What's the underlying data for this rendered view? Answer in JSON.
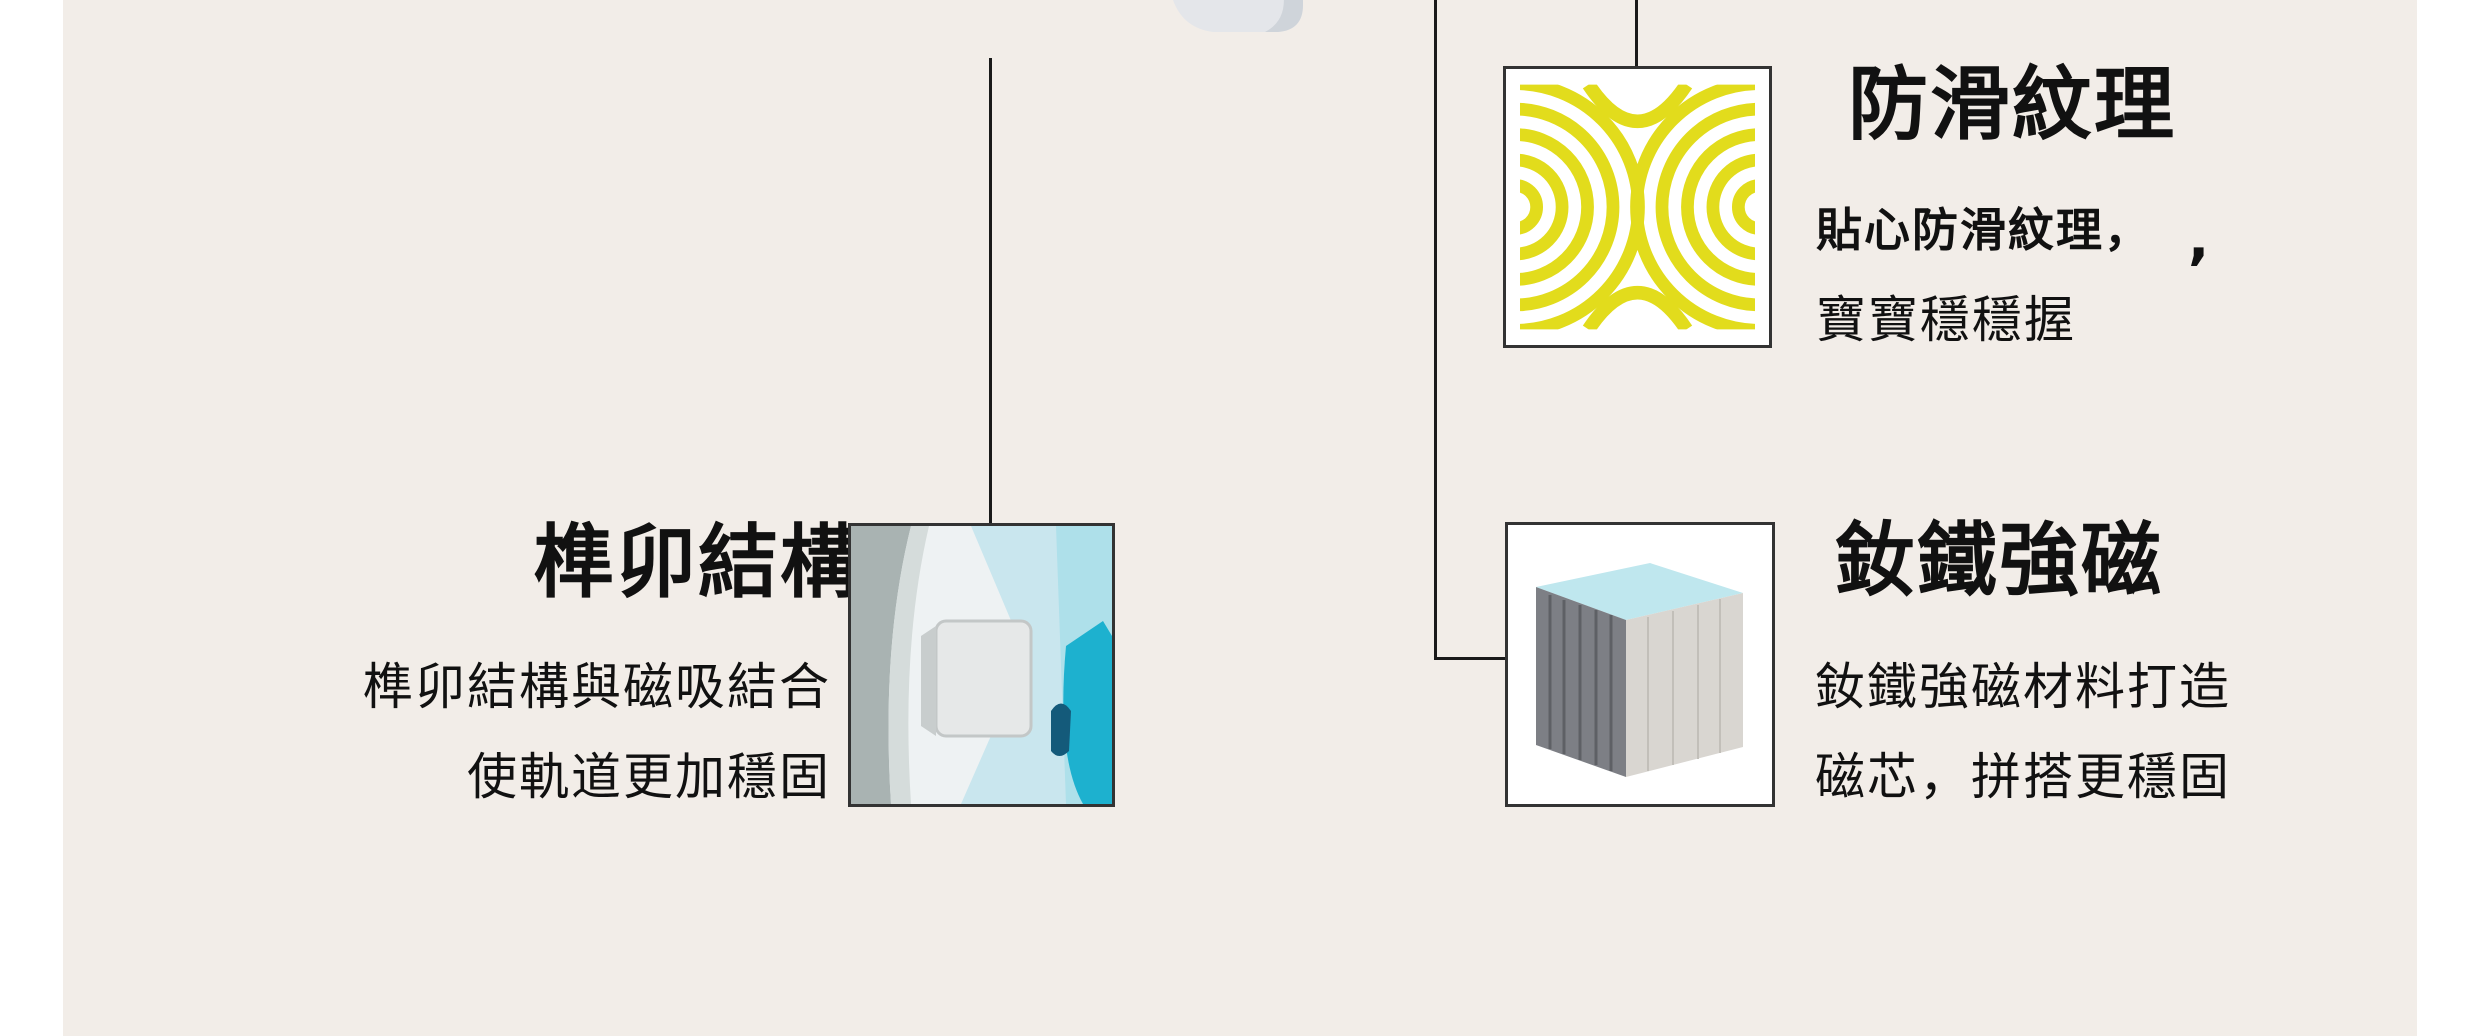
{
  "features": {
    "anti_slip": {
      "title": "防滑紋理",
      "desc_lines": [
        "貼心防滑紋理，",
        "寶寶穩穩握"
      ],
      "stray_mark": ",",
      "icon": "anti-slip-pattern-icon",
      "accent_color": "#e2dc1c"
    },
    "mortise": {
      "title": "榫卯結構",
      "desc_lines": [
        "榫卯結構與磁吸結合",
        "使軌道更加穩固"
      ],
      "icon": "mortise-joint-closeup-image"
    },
    "magnet": {
      "title": "釹鐵強磁",
      "desc_lines": [
        "釹鐵強磁材料打造",
        "磁芯，拼搭更穩固"
      ],
      "icon": "magnet-cube-icon"
    }
  },
  "colors": {
    "panel_background": "#f2ede8",
    "page_background": "#ffffff",
    "connector_line": "#1a1a1a",
    "text": "#111111"
  }
}
